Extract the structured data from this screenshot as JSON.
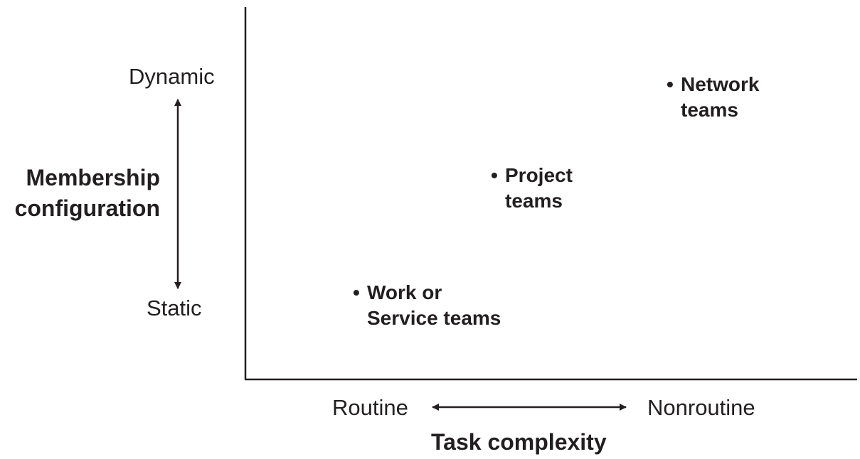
{
  "y_axis": {
    "title_line1": "Membership",
    "title_line2": "configuration",
    "top_label": "Dynamic",
    "bottom_label": "Static"
  },
  "x_axis": {
    "title": "Task complexity",
    "left_label": "Routine",
    "right_label": "Nonroutine"
  },
  "teams": [
    {
      "line1": "Work or",
      "line2": "Service teams"
    },
    {
      "line1": "Project",
      "line2": "teams"
    },
    {
      "line1": "Network",
      "line2": "teams"
    }
  ],
  "bullet": "•",
  "colors": {
    "ink": "#231f20",
    "background": "#ffffff"
  }
}
